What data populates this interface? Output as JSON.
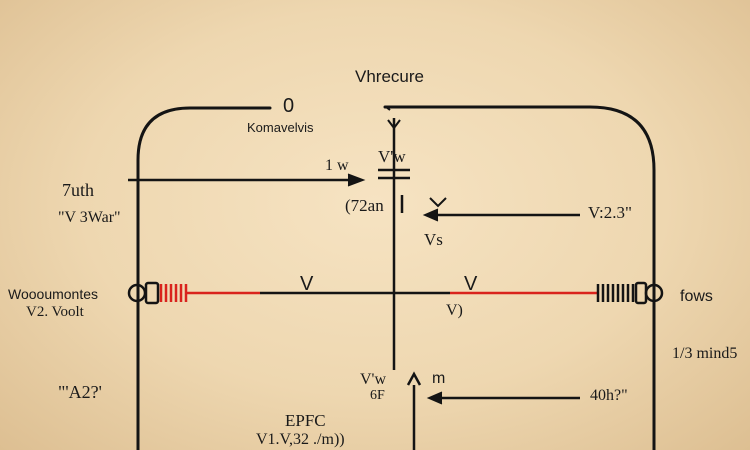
{
  "diagram": {
    "colors": {
      "paper": "#f1dcb8",
      "ink": "#141414",
      "wire_red": "#d9231c"
    },
    "labels": {
      "top_title": "Vhrecure",
      "top_zero": "0",
      "top_sub": "Komavelvis",
      "cap_label": "V'w",
      "left_1w": "1 w",
      "mid_72an": "(72an",
      "left_7uth": "7uth",
      "left_v3war": "\"V 3War\"",
      "right_v23": "V:2.3\"",
      "right_vs": "Vs",
      "left_wooumontes": "Woooumontes",
      "left_v2voolt": "V2. Voolt",
      "center_v_left": "V",
      "center_v_right": "V",
      "center_v_paren": "V)",
      "right_fows": "fows",
      "right_1mind5": "1/3 mind5",
      "bottom_vw": "V'w",
      "bottom_6f": "6F",
      "bottom_m": "m",
      "bottom_a2": "\"'A2?'",
      "bottom_40h": "40h?\"",
      "bottom_epfc": "EPFC",
      "bottom_v1v32": "V1.V,32 ./m))"
    }
  }
}
